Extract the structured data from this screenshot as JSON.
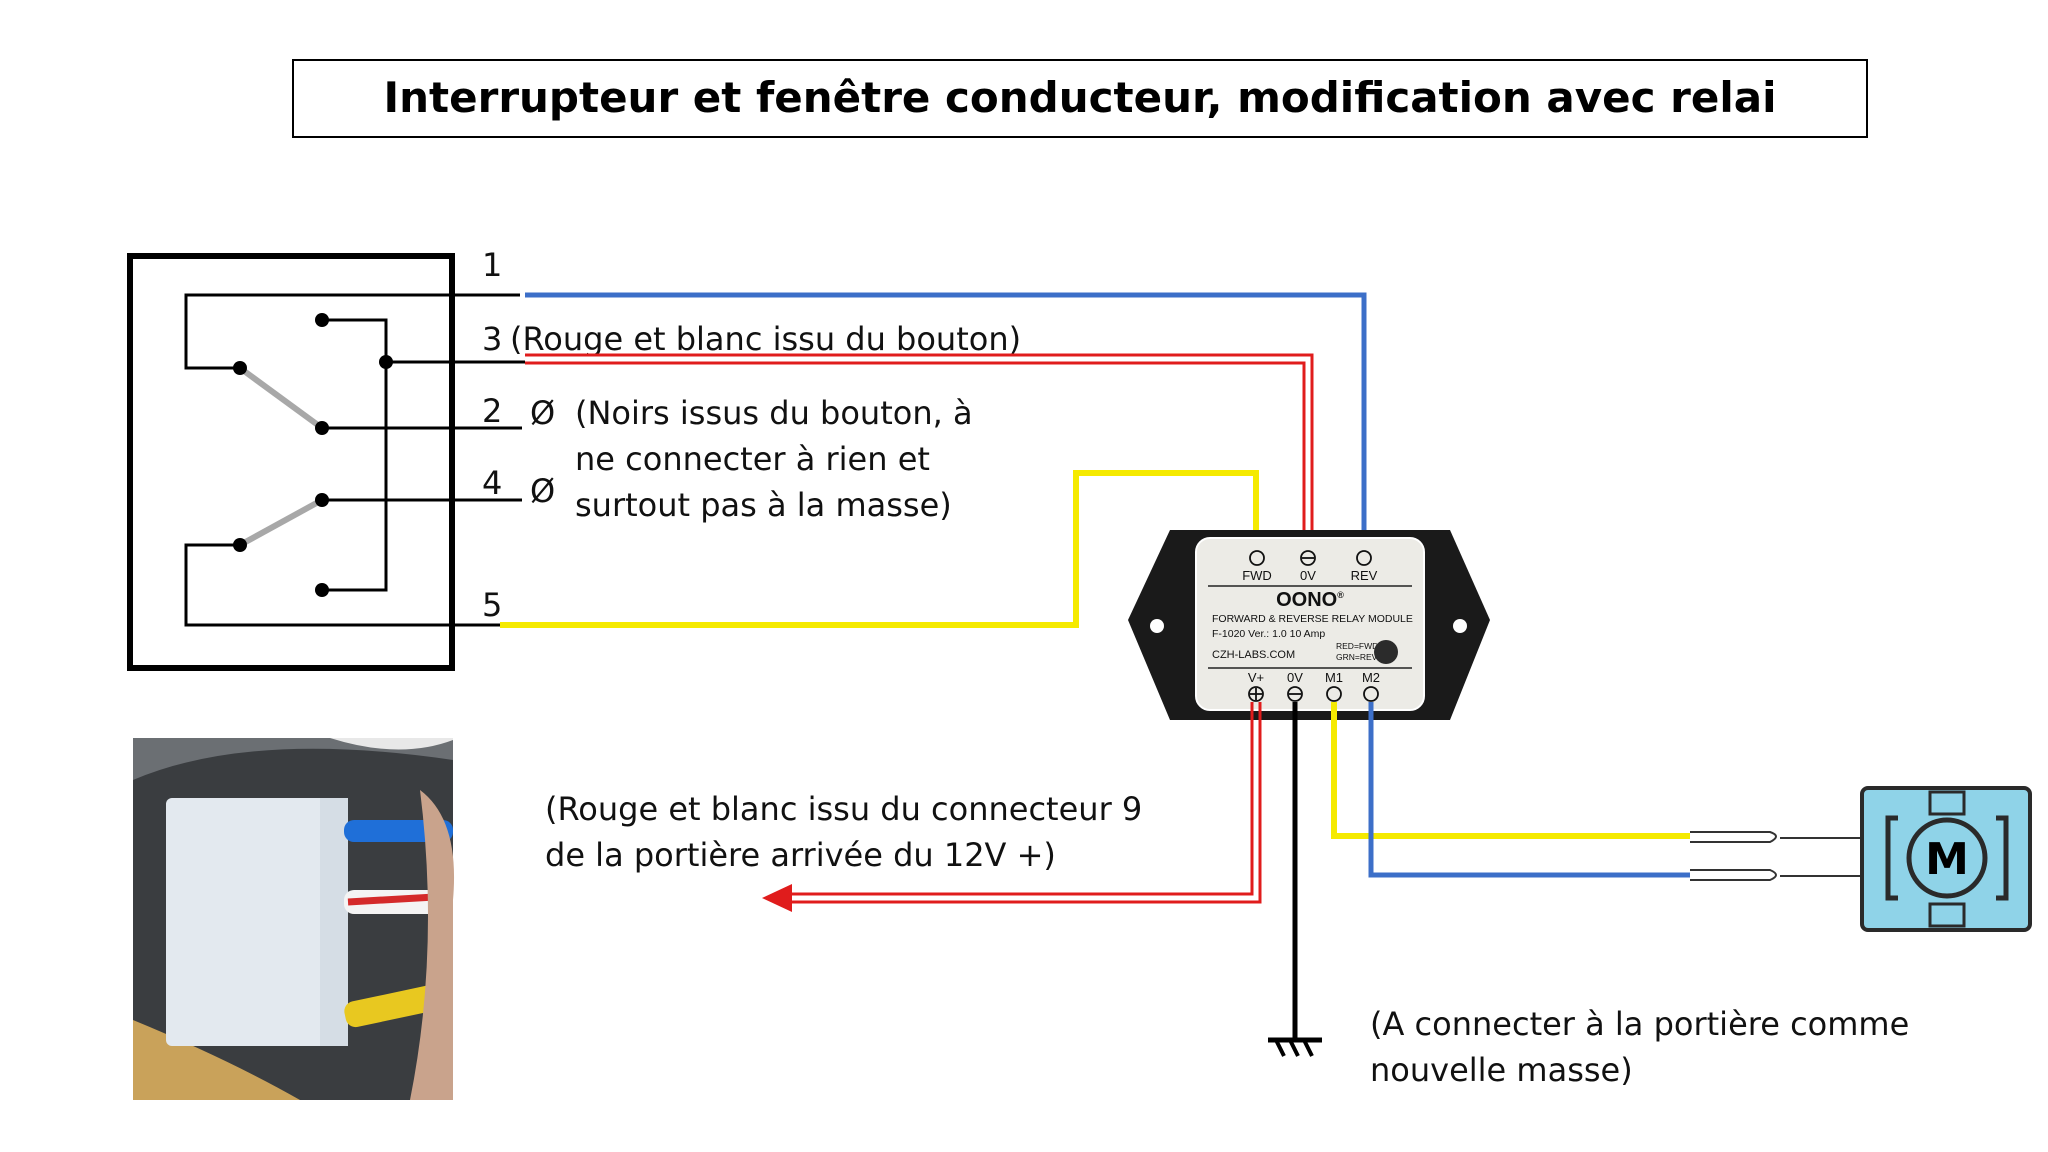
{
  "title": "Interrupteur et fenêtre conducteur, modification avec relai",
  "switch": {
    "pins": [
      "1",
      "3",
      "2",
      "4",
      "5"
    ],
    "empty_symbol": "Ø"
  },
  "labels": {
    "pin3_note": "(Rouge et blanc issu du bouton)",
    "black_note_line1": "(Noirs issus du bouton, à",
    "black_note_line2": "ne connecter à rien et",
    "black_note_line3": "surtout pas à la masse)",
    "power_note_line1": "(Rouge et blanc issu du connecteur 9",
    "power_note_line2": "de la portière arrivée du 12V +)",
    "ground_note_line1": "(A connecter à la portière comme",
    "ground_note_line2": "nouvelle masse)"
  },
  "relay_module": {
    "top_pins": [
      "FWD",
      "0V",
      "REV"
    ],
    "brand": "OONO",
    "brand_mark": "®",
    "line1": "FORWARD & REVERSE RELAY MODULE",
    "line2": "F-1020 Ver.: 1.0   10 Amp",
    "line3": "CZH-LABS.COM",
    "led_label1": "RED=FWD",
    "led_label2": "GRN=REV",
    "bottom_pins": [
      "V+",
      "0V",
      "M1",
      "M2"
    ]
  },
  "motor": {
    "symbol": "M"
  },
  "colors": {
    "blue_wire": "#3c6fc8",
    "red_wire": "#e01c1c",
    "yellow_wire": "#f5ea00",
    "motor_fill": "#8fd3e8",
    "module_body": "#1a1a1a"
  }
}
